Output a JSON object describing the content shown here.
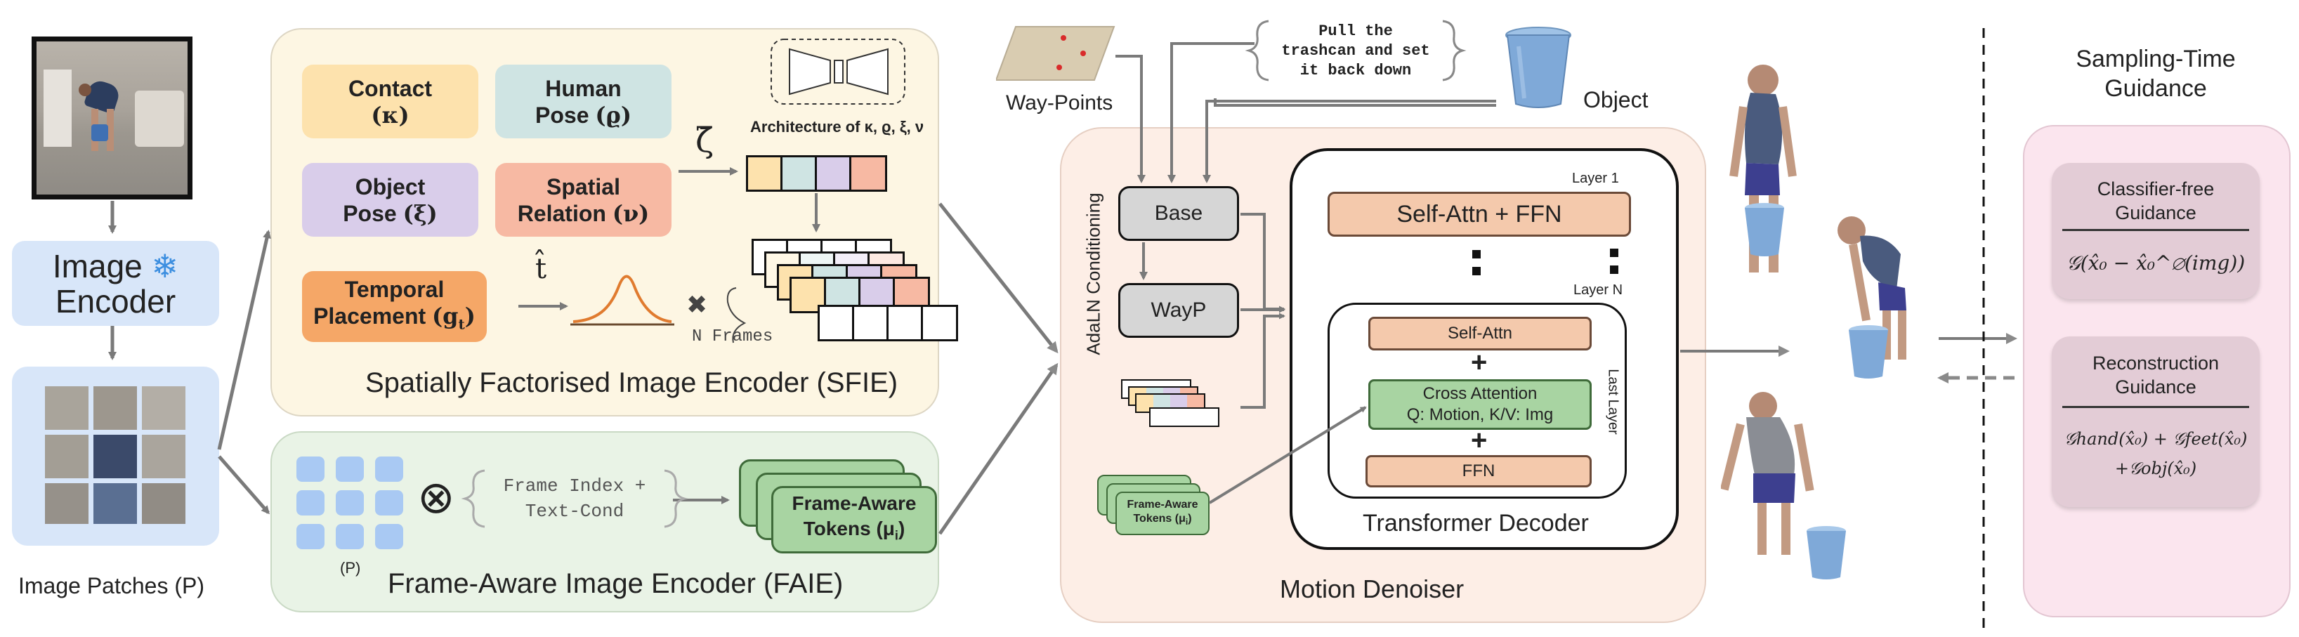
{
  "input": {
    "image_encoder_line1": "Image",
    "image_encoder_line2": "Encoder",
    "snowflake": "❄",
    "patches_label": "Image Patches (P)"
  },
  "sfie": {
    "title": "Spatially Factorised Image Encoder (SFIE)",
    "contact_name": "Contact",
    "contact_sym": "(κ)",
    "human_pose_name": "Human",
    "human_pose_name2": "Pose",
    "human_pose_sym": "(ϱ)",
    "object_pose_name": "Object",
    "object_pose_name2": "Pose",
    "object_pose_sym": "(ξ)",
    "spatial_rel_name": "Spatial",
    "spatial_rel_name2": "Relation",
    "spatial_rel_sym": "(ν)",
    "temporal_name": "Temporal",
    "temporal_name2": "Placement",
    "temporal_sym": "(g",
    "temporal_sub": "t",
    "zeta": "ζ̄",
    "t_hat": "t̂",
    "arch_label": "Architecture of κ, ϱ, ξ, ν",
    "n_frames": "N Frames",
    "times": "✖"
  },
  "faie": {
    "title": "Frame-Aware Image Encoder (FAIE)",
    "p_label": "(P)",
    "otimes": "⊗",
    "cond_line1": "Frame Index +",
    "cond_line2": "Text-Cond",
    "tokens_line1": "Frame-Aware",
    "tokens_line2": "Tokens (μ",
    "tokens_sub": "i",
    "tokens_close": ")"
  },
  "top": {
    "waypoints_label": "Way-Points",
    "text_cond_line1": "Pull the",
    "text_cond_line2": "trashcan and set",
    "text_cond_line3": "it back down",
    "object_label": "Object"
  },
  "denoiser": {
    "title": "Motion Denoiser",
    "adaln": "AdaLN Conditioning",
    "base": "Base",
    "wayp": "WayP",
    "small_tokens_line1": "Frame-Aware",
    "small_tokens_line2": "Tokens (μ",
    "small_tokens_sub": "i",
    "small_tokens_close": ")",
    "decoder_title": "Transformer Decoder",
    "layer1": "Layer 1",
    "layerN": "Layer N",
    "self_attn_ffn": "Self-Attn + FFN",
    "self_attn": "Self-Attn",
    "cross_attn_line1": "Cross Attention",
    "cross_attn_line2": "Q: Motion, K/V: Img",
    "ffn": "FFN",
    "last_layer": "Last Layer",
    "plus": "+"
  },
  "guidance": {
    "title_line1": "Sampling-Time",
    "title_line2": "Guidance",
    "cfg_line1": "Classifier-free",
    "cfg_line2": "Guidance",
    "cfg_formula": "𝒢(x̂₀ − x̂₀^∅(img))",
    "recon_line1": "Reconstruction",
    "recon_line2": "Guidance",
    "recon_formula1": "𝒢hand(x̂₀) + 𝒢feet(x̂₀)",
    "recon_formula2": "+𝒢obj(x̂₀)"
  },
  "colors": {
    "sfie_bg": "#fdf6e3",
    "faie_bg": "#e9f3e6",
    "denoiser_bg": "#fdeee6",
    "guidance_bg": "#fbe5ee",
    "guidance_card": "#e3ccd6",
    "contact": "#fde2ad",
    "human_pose": "#cfe4e3",
    "object_pose": "#d9cdea",
    "spatial_rel": "#f7b9a3",
    "temporal": "#f5a767",
    "encoder_blue": "#d8e6f9",
    "patch_blue": "#a9c9f3",
    "token_green": "#a8d4a2",
    "layer_peach": "#f4c9ac",
    "grey_box": "#d6d6d6"
  }
}
